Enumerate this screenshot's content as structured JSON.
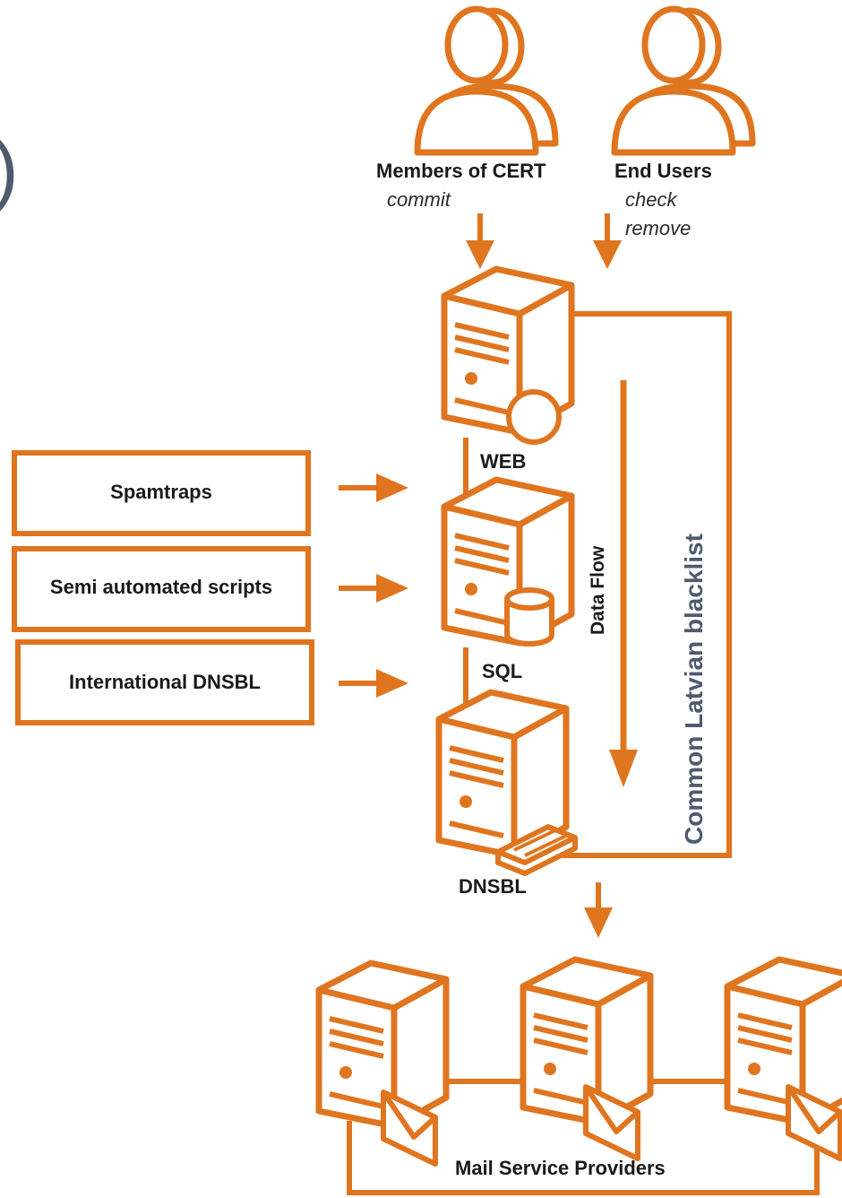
{
  "colors": {
    "accent": "#e07520",
    "ink": "#1a1a1a",
    "gray_text": "#4e5a6e"
  },
  "actors": {
    "members": {
      "label": "Members of CERT",
      "action": "commit"
    },
    "end_users": {
      "label": "End Users",
      "action_1": "check",
      "action_2": "remove"
    }
  },
  "servers": {
    "web": "WEB",
    "sql": "SQL",
    "dnsbl": "DNSBL"
  },
  "sources": [
    "Spamtraps",
    "Semi automated scripts",
    "International DNSBL"
  ],
  "flow_label": "Data Flow",
  "system_label": "Common Latvian blacklist",
  "providers_label": "Mail Service Providers",
  "corner_glyph": ")"
}
